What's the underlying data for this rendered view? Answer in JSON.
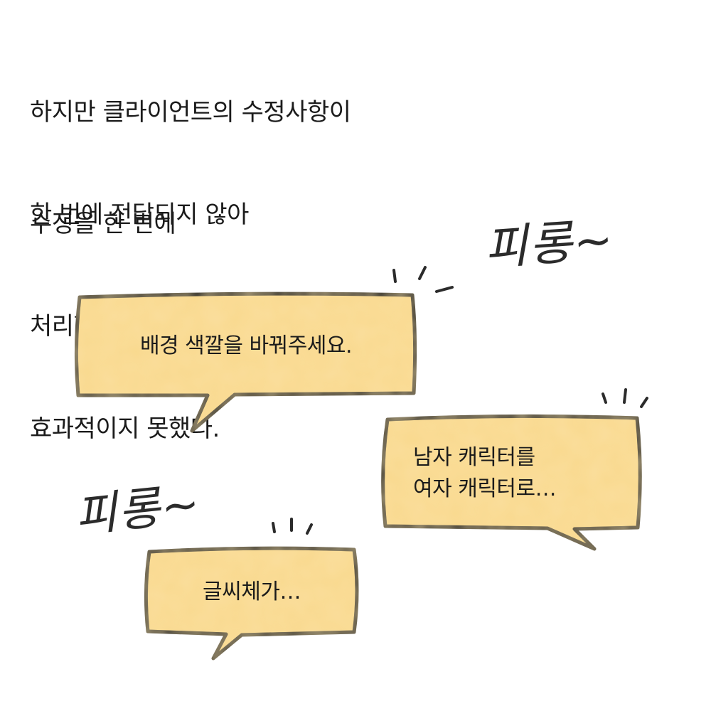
{
  "narration": {
    "block1_line1": "하지만 클라이언트의 수정사항이",
    "block1_line2": "한 번에 전달되지 않아",
    "block2_line1": "수정을 한 번에",
    "block2_line2": "처리할 수 없었던 점은",
    "block2_line3": "효과적이지 못했다."
  },
  "sound_effects": [
    "피롱~",
    "피롱~"
  ],
  "bubbles": {
    "first": "배경 색깔을 바꿔주세요.",
    "second_line1": "남자 캐릭터를",
    "second_line2": "여자 캐릭터로…",
    "third": "글씨체가…"
  },
  "colors": {
    "bubble_fill": "#f9d98e",
    "outline": "#2b2b2b",
    "text": "#1b1b1b",
    "background": "#ffffff"
  }
}
